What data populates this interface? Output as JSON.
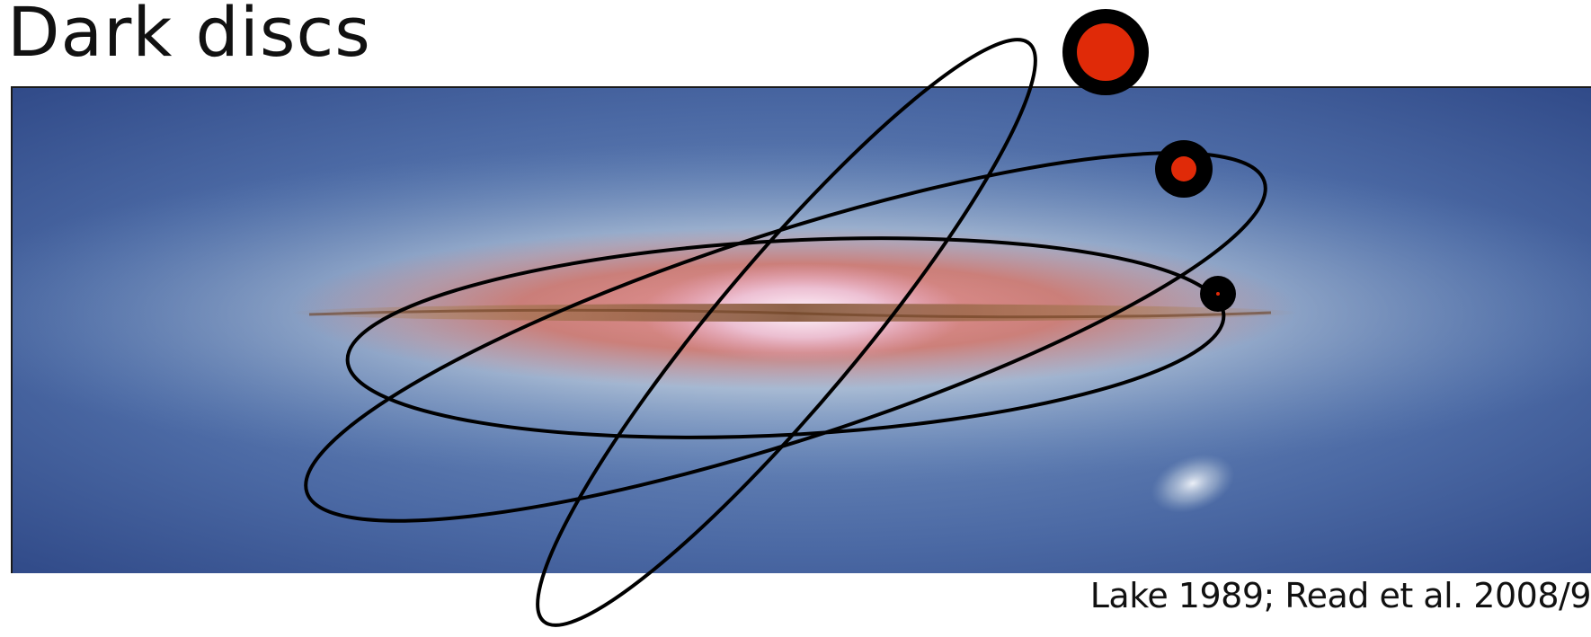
{
  "slide": {
    "title": "Dark discs",
    "citation": "Lake 1989; Read et al. 2008/9"
  },
  "colors": {
    "sky_blue_dark": "#34508e",
    "sky_blue_mid": "#6f8fbd",
    "halo_light": "#c9d3dd",
    "disc_red": "#d2685a",
    "bulge_pink": "#f4d7ea",
    "dust_brown": "#8a5a34",
    "orbit_line": "#000000",
    "satellite_red": "#e02a08"
  },
  "orbits": [
    {
      "name": "low-inclination-orbit",
      "satellite_size": "small"
    },
    {
      "name": "mid-inclination-orbit",
      "satellite_size": "medium"
    },
    {
      "name": "high-inclination-orbit",
      "satellite_size": "large"
    }
  ]
}
